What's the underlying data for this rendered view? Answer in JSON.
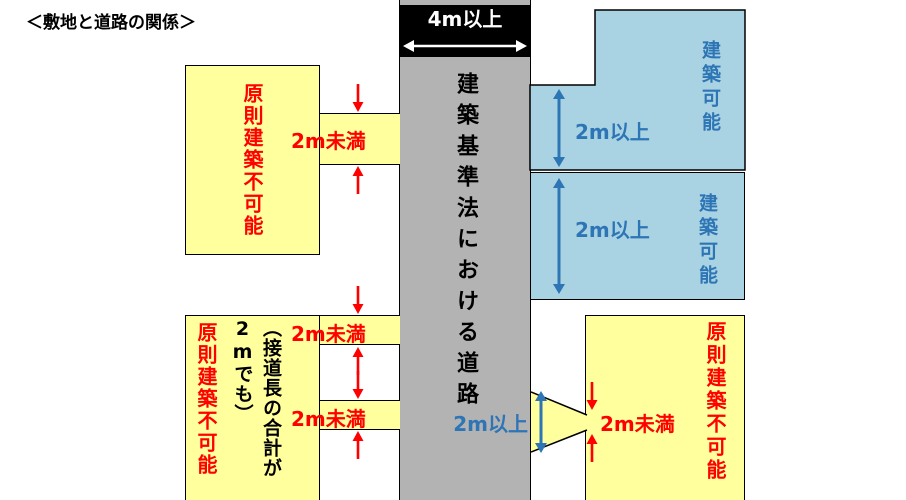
{
  "title": "＜敷地と道路の関係＞",
  "road": {
    "width_label": "4m以上",
    "name": "建築基準法における道路"
  },
  "left_top_plot": {
    "status": "原則建築不可能",
    "gap_label": "2m未満"
  },
  "left_bottom_plot": {
    "status": "原則建築不可能",
    "note": "（接道長の合計が2mでも）",
    "gap_label_1": "2m未満",
    "gap_label_2": "2m未満"
  },
  "right_top_plots": {
    "plot1": {
      "width_label": "2m以上",
      "status": "建築可能"
    },
    "plot2": {
      "width_label": "2m以上",
      "status": "建築可能"
    }
  },
  "right_bottom_plot": {
    "road_width_label": "2m以上",
    "gap_label": "2m未満",
    "status": "原則建築不可能"
  },
  "colors": {
    "plot_yellow": "#ffff9e",
    "plot_blue": "#a9d3e2",
    "road_gray": "#b3b3b3",
    "alert_red": "#ff0000",
    "info_blue": "#2e75b6",
    "header_black": "#000000"
  }
}
